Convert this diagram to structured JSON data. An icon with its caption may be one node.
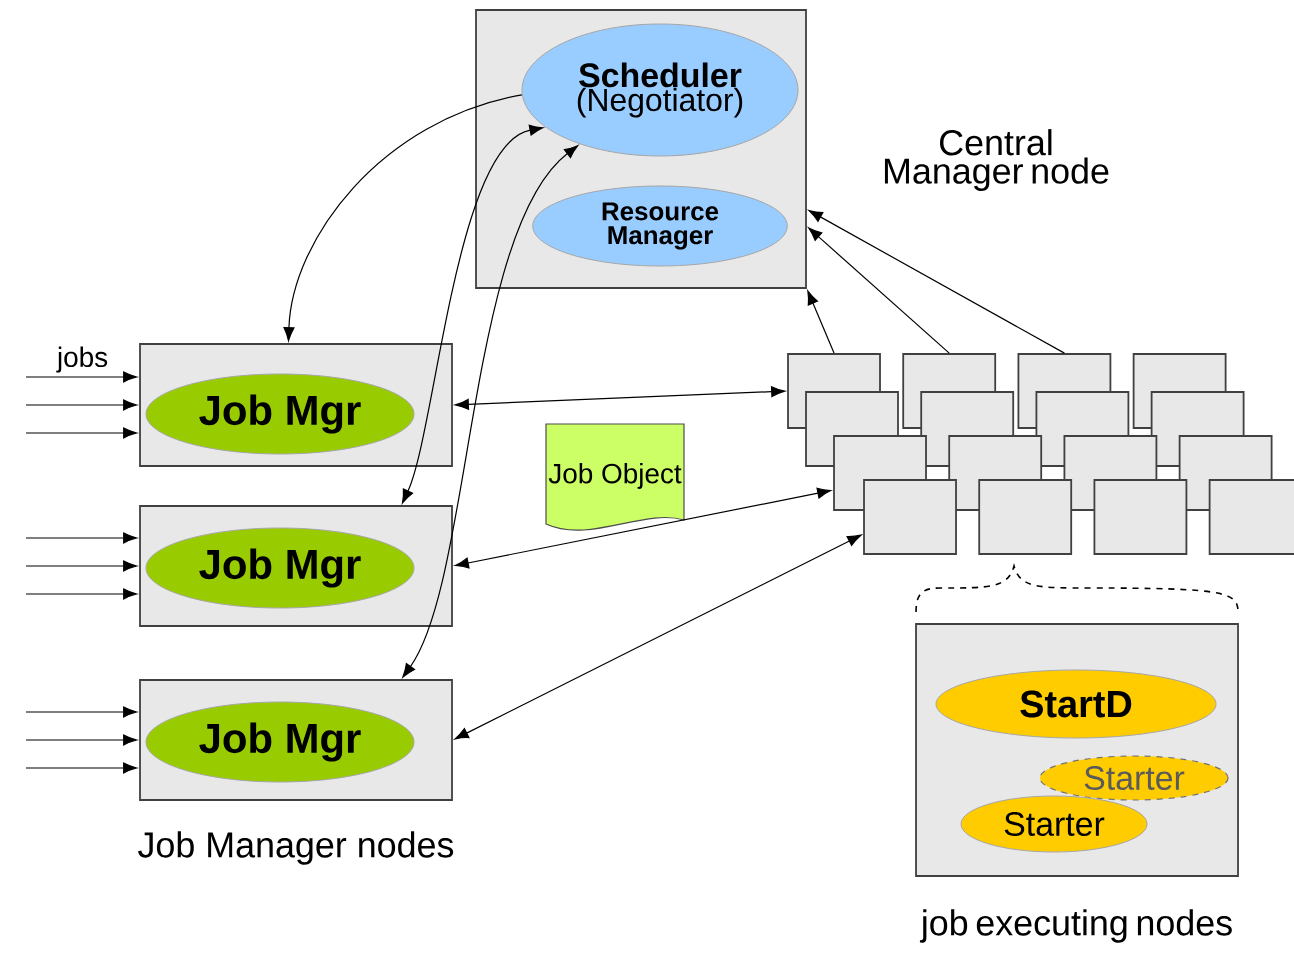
{
  "diagram": {
    "nodes": [
      {
        "text": [],
        "shape": "box",
        "beside": [
          "Central Manager node"
        ]
      },
      {
        "text": [
          "Scheduler",
          "(Negotiator)"
        ],
        "in": 0
      },
      {
        "text": [
          "Resource Manager"
        ],
        "in": 0
      },
      {
        "text": [],
        "shape": "box"
      },
      {
        "text": [
          "Job Mgr"
        ],
        "in": 3
      },
      {
        "text": [],
        "shape": "box"
      },
      {
        "text": [
          "Job Mgr"
        ],
        "in": 5
      },
      {
        "text": [],
        "shape": "box"
      },
      {
        "text": [
          "Job Mgr"
        ],
        "in": 7
      },
      {
        "text": [
          "Job Object"
        ]
      },
      {
        "text": [],
        "shape": "box"
      },
      {
        "text": [],
        "shape": "box"
      },
      {
        "text": [],
        "shape": "box"
      },
      {
        "text": [],
        "shape": "box"
      },
      {
        "text": [],
        "shape": "box"
      },
      {
        "text": [],
        "shape": "box"
      },
      {
        "text": [],
        "shape": "box"
      },
      {
        "text": [],
        "shape": "box"
      },
      {
        "text": [],
        "shape": "box"
      },
      {
        "text": [],
        "shape": "box"
      },
      {
        "text": [],
        "shape": "box"
      },
      {
        "text": [],
        "shape": "box"
      },
      {
        "text": [],
        "shape": "box"
      },
      {
        "text": [],
        "shape": "box"
      },
      {
        "text": [],
        "shape": "box"
      },
      {
        "text": [],
        "shape": "box"
      },
      {
        "text": [],
        "shape": "box",
        "beside": [
          "job executing nodes"
        ]
      },
      {
        "text": [
          "StartD"
        ],
        "in": 26
      },
      {
        "text": [
          "Starter"
        ],
        "in": 26
      },
      {
        "text": [
          "Starter"
        ],
        "in": 26
      }
    ],
    "edges": [
      {
        "from": null,
        "to": 3,
        "arrow": "to",
        "label": "jobs"
      },
      {
        "from": null,
        "to": 3,
        "arrow": "to"
      },
      {
        "from": null,
        "to": 3,
        "arrow": "to"
      },
      {
        "from": null,
        "to": 5,
        "arrow": "to"
      },
      {
        "from": null,
        "to": 5,
        "arrow": "to"
      },
      {
        "from": null,
        "to": 5,
        "arrow": "to"
      },
      {
        "from": null,
        "to": 7,
        "arrow": "to"
      },
      {
        "from": null,
        "to": 7,
        "arrow": "to"
      },
      {
        "from": null,
        "to": 7,
        "arrow": "to"
      },
      {
        "from": 1,
        "to": 3,
        "arrow": "to"
      },
      {
        "from": 1,
        "to": 5,
        "arrow": "both"
      },
      {
        "from": 1,
        "to": 7,
        "arrow": "both"
      },
      {
        "from": 3,
        "to": 10,
        "arrow": "both"
      },
      {
        "from": 5,
        "to": 18,
        "arrow": "both"
      },
      {
        "from": 7,
        "to": 22,
        "arrow": "both"
      },
      {
        "from": 10,
        "to": 0,
        "arrow": "to"
      },
      {
        "from": 11,
        "to": 0,
        "arrow": "to"
      },
      {
        "from": 12,
        "to": 0,
        "arrow": "to"
      }
    ],
    "labels": [
      "Job Manager nodes"
    ]
  }
}
